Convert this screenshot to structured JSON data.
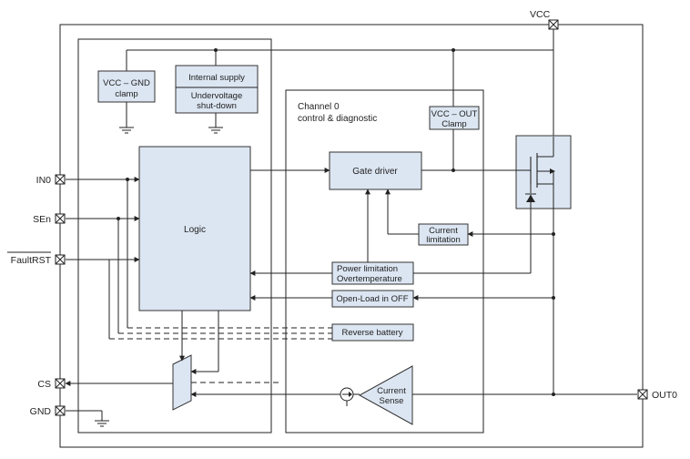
{
  "colors": {
    "block_fill": "#dce6f2",
    "line": "#222222"
  },
  "blocks": {
    "vcc_gnd_clamp": [
      "VCC – GND",
      "clamp"
    ],
    "internal_supply": "Internal supply",
    "undervoltage": [
      "Undervoltage",
      "shut-down"
    ],
    "channel": [
      "Channel 0",
      "control & diagnostic"
    ],
    "vcc_out_clamp": [
      "VCC – OUT",
      "Clamp"
    ],
    "logic": "Logic",
    "gate_driver": "Gate driver",
    "current_limitation": [
      "Current",
      "limitation"
    ],
    "power_limitation": [
      "Power limitation",
      "Overtemperature"
    ],
    "open_load": "Open-Load in OFF",
    "reverse_battery": "Reverse battery",
    "current_sense": [
      "Current",
      "Sense"
    ]
  },
  "pins": {
    "vcc": "VCC",
    "in0": "IN0",
    "sen": "SEn",
    "faultrst": "FaultRST",
    "cs": "CS",
    "gnd": "GND",
    "out0": "OUT0"
  },
  "icons": {
    "pin": "boxed-x-pin-icon",
    "ground": "ground-symbol-icon",
    "mosfet": "power-mosfet-icon",
    "mux": "multiplexer-icon",
    "current_source": "current-source-icon",
    "amplifier": "triangle-amplifier-icon"
  }
}
